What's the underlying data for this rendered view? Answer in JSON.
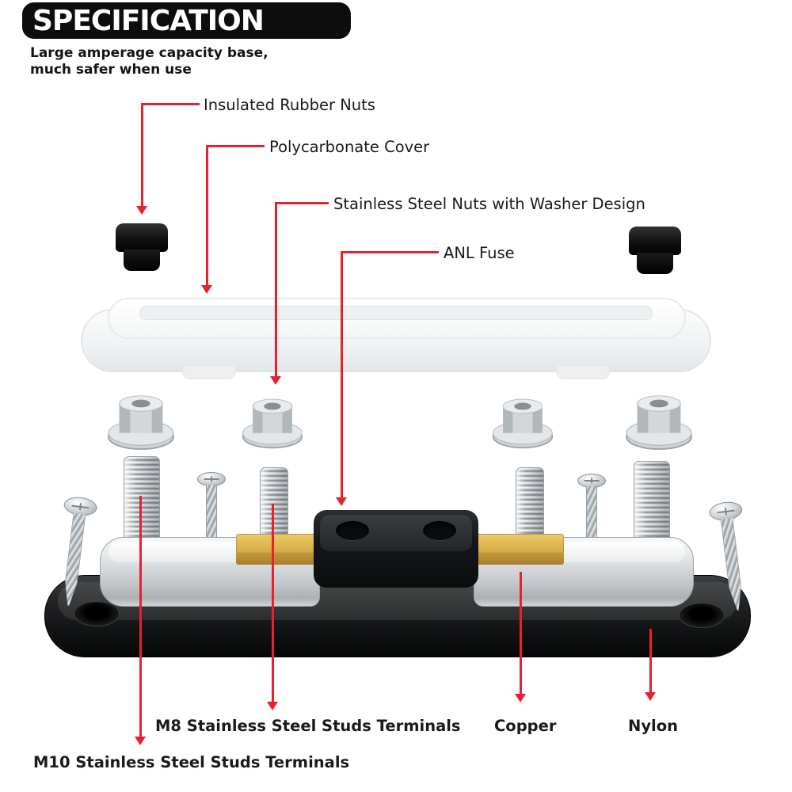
{
  "header": {
    "title": "SPECIFICATION",
    "subtitle_line1": "Large amperage capacity base,",
    "subtitle_line2": "much safer when use"
  },
  "callouts": {
    "rubber_nuts": "Insulated Rubber Nuts",
    "cover": "Polycarbonate Cover",
    "nuts": "Stainless Steel Nuts with Washer Design",
    "fuse": "ANL Fuse",
    "m8_studs": "M8 Stainless Steel Studs Terminals",
    "m10_studs": "M10 Stainless Steel Studs Terminals",
    "copper": "Copper",
    "nylon": "Nylon"
  },
  "colors": {
    "accent_red": "#E8212F",
    "badge_black": "#0D0D0D",
    "copper_gold": "#D5AB46"
  }
}
